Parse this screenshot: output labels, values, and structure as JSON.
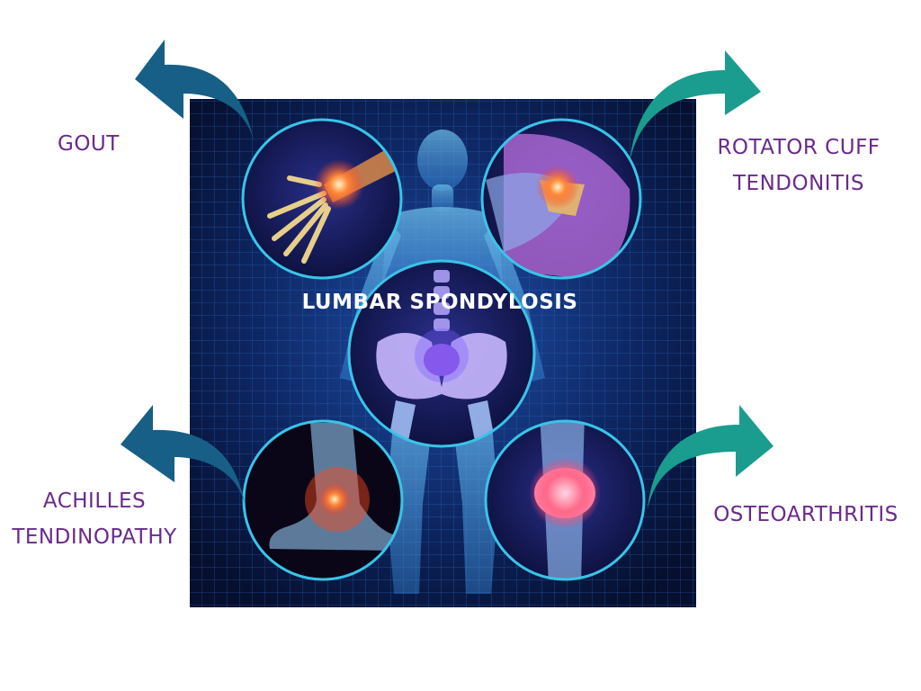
{
  "conditions": {
    "gout": "GOUT",
    "rotator_line1": "ROTATOR CUFF",
    "rotator_line2": "TENDONITIS",
    "center": "LUMBAR SPONDYLOSIS",
    "achilles_line1": "ACHILLES",
    "achilles_line2": "TENDINOPATHY",
    "osteo": "OSTEOARTHRITIS"
  },
  "colors": {
    "label_text": "#6a2a8c",
    "arrow_left": "#175f86",
    "arrow_right": "#1a9c8f",
    "panel_bg": "#0b1d4a",
    "grid_line": "#2a6cc4",
    "circle_ring": "#39c4e8",
    "inflammation": "#ff5a2a"
  },
  "icons": {
    "gout": "hand-wrist-icon",
    "rotator": "shoulder-icon",
    "center": "pelvis-spine-icon",
    "achilles": "ankle-foot-icon",
    "osteo": "knee-icon"
  }
}
